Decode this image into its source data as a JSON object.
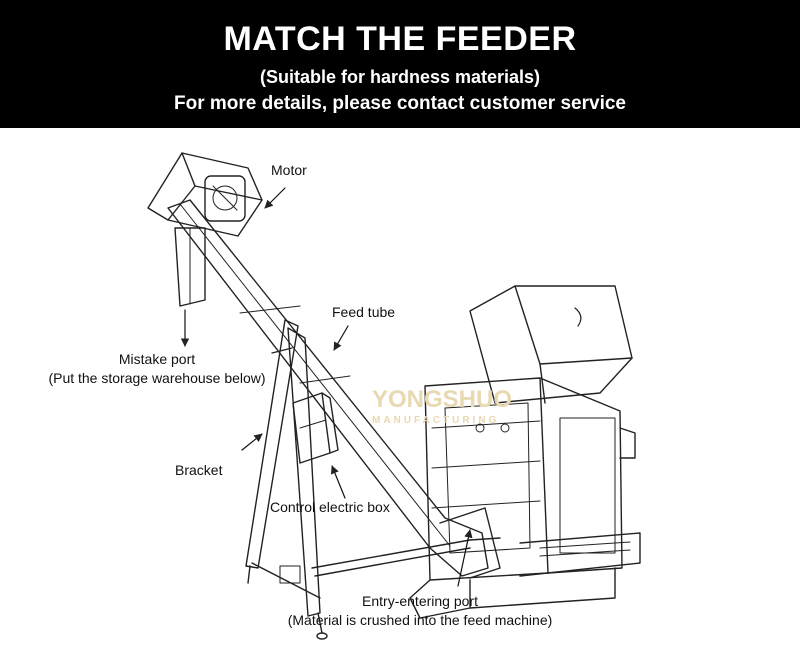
{
  "banner": {
    "title": "MATCH THE FEEDER",
    "subtitle": "(Suitable for hardness materials)",
    "contact": "For more details, please contact customer service"
  },
  "watermark": {
    "brand": "YONGSHUO",
    "tagline": "MANUFACTURING"
  },
  "labels": {
    "motor": "Motor",
    "feed_tube": "Feed tube",
    "mistake_port": "Mistake port",
    "mistake_port_note": "(Put the storage warehouse below)",
    "bracket": "Bracket",
    "control_box": "Control electric box",
    "entry_port": "Entry-entering port",
    "entry_port_note": "(Material is crushed into the feed machine)"
  },
  "colors": {
    "banner_bg": "#000000",
    "banner_text": "#ffffff",
    "line": "#222222",
    "watermark": "#e9d9b2"
  }
}
